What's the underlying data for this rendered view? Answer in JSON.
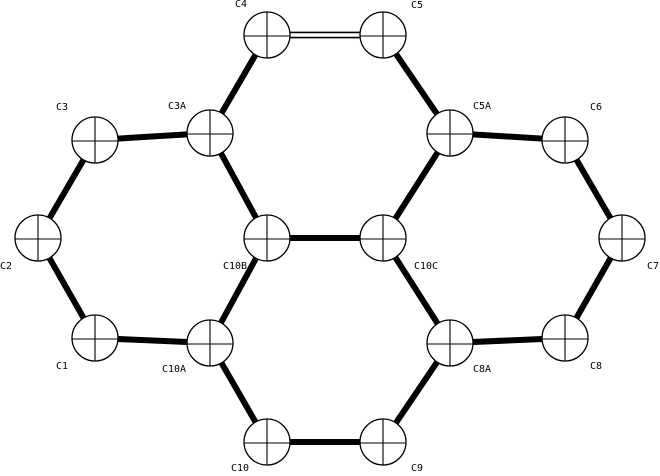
{
  "atoms": [
    {
      "id": "C1",
      "label": "C1"
    },
    {
      "id": "C2",
      "label": "C2"
    },
    {
      "id": "C3",
      "label": "C3"
    },
    {
      "id": "C3A",
      "label": "C3A"
    },
    {
      "id": "C4",
      "label": "C4"
    },
    {
      "id": "C5",
      "label": "C5"
    },
    {
      "id": "C5A",
      "label": "C5A"
    },
    {
      "id": "C6",
      "label": "C6"
    },
    {
      "id": "C7",
      "label": "C7"
    },
    {
      "id": "C8",
      "label": "C8"
    },
    {
      "id": "C8A",
      "label": "C8A"
    },
    {
      "id": "C9",
      "label": "C9"
    },
    {
      "id": "C10",
      "label": "C10"
    },
    {
      "id": "C10A",
      "label": "C10A"
    },
    {
      "id": "C10B",
      "label": "C10B"
    },
    {
      "id": "C10C",
      "label": "C10C"
    }
  ],
  "bonds": [
    {
      "a": "C1",
      "b": "C2",
      "order": 1
    },
    {
      "a": "C2",
      "b": "C3",
      "order": 1
    },
    {
      "a": "C3",
      "b": "C3A",
      "order": 1
    },
    {
      "a": "C3A",
      "b": "C4",
      "order": 1
    },
    {
      "a": "C4",
      "b": "C5",
      "order": 2
    },
    {
      "a": "C5",
      "b": "C5A",
      "order": 1
    },
    {
      "a": "C5A",
      "b": "C6",
      "order": 1
    },
    {
      "a": "C6",
      "b": "C7",
      "order": 1
    },
    {
      "a": "C7",
      "b": "C8",
      "order": 1
    },
    {
      "a": "C8",
      "b": "C8A",
      "order": 1
    },
    {
      "a": "C8A",
      "b": "C10C",
      "order": 1
    },
    {
      "a": "C8A",
      "b": "C9",
      "order": 1
    },
    {
      "a": "C9",
      "b": "C10",
      "order": 1
    },
    {
      "a": "C10",
      "b": "C10A",
      "order": 1
    },
    {
      "a": "C10A",
      "b": "C1",
      "order": 1
    },
    {
      "a": "C10A",
      "b": "C10B",
      "order": 1
    },
    {
      "a": "C10B",
      "b": "C3A",
      "order": 1
    },
    {
      "a": "C10B",
      "b": "C10C",
      "order": 1
    },
    {
      "a": "C10C",
      "b": "C5A",
      "order": 1
    }
  ]
}
